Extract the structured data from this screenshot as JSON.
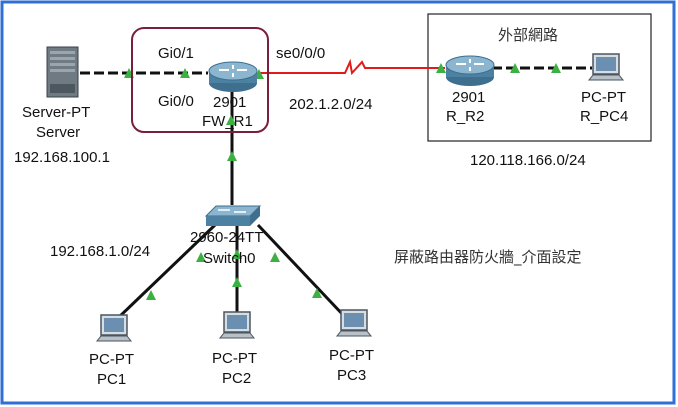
{
  "colors": {
    "frame": "#2f6fd6",
    "fw_box": "#7a1f3a",
    "link_ethernet": "#111111",
    "link_serial": "#e11b1b",
    "port_up": "#3cb043",
    "router_body": "#5a8fb0",
    "remote_box": "#222222"
  },
  "fw_router": {
    "model": "2901",
    "hostname": "FW_R1",
    "port_gi01": "Gi0/1",
    "port_gi00": "Gi0/0",
    "port_se": "se0/0/0"
  },
  "server": {
    "type": "Server-PT",
    "name": "Server",
    "ip": "192.168.100.1"
  },
  "switch": {
    "model": "2960-24TT",
    "name": "Switch0"
  },
  "pcs": [
    {
      "type": "PC-PT",
      "name": "PC1"
    },
    {
      "type": "PC-PT",
      "name": "PC2"
    },
    {
      "type": "PC-PT",
      "name": "PC3"
    }
  ],
  "remote": {
    "title": "外部網路",
    "router_model": "2901",
    "router_name": "R_R2",
    "pc_type": "PC-PT",
    "pc_name": "R_PC4",
    "network": "120.118.166.0/24"
  },
  "networks": {
    "wan": "202.1.2.0/24",
    "lan": "192.168.1.0/24"
  },
  "caption": "屏蔽路由器防火牆_介面設定"
}
